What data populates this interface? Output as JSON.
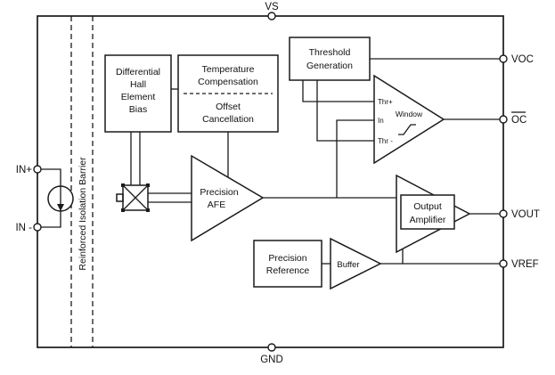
{
  "pins": {
    "vs": "VS",
    "gnd": "GND",
    "in_plus": "IN+",
    "in_minus": "IN -",
    "voc": "VOC",
    "oc": "OC",
    "vout": "VOUT",
    "vref": "VREF"
  },
  "isolation_barrier": "Reinforced Isolation Barrier",
  "blocks": {
    "hall_bias": {
      "lines": [
        "Differential",
        "Hall",
        "Element",
        "Bias"
      ]
    },
    "temp_comp": {
      "lines": [
        "Temperature",
        "Compensation"
      ]
    },
    "offset_cancel": {
      "lines": [
        "Offset",
        "Cancellation"
      ]
    },
    "threshold_gen": {
      "lines": [
        "Threshold",
        "Generation"
      ]
    },
    "precision_afe": {
      "lines": [
        "Precision",
        "AFE"
      ]
    },
    "window_comp": {
      "label": "Window",
      "inputs": {
        "thr_plus": "Thr+",
        "in": "In",
        "thr_minus": "Thr -"
      }
    },
    "output_amp": {
      "lines": [
        "Output",
        "Amplifier"
      ]
    },
    "precision_ref": {
      "lines": [
        "Precision",
        "Reference"
      ]
    },
    "buffer": {
      "label": "Buffer"
    }
  },
  "colors": {
    "line": "#1a1a1a",
    "background": "#ffffff"
  }
}
